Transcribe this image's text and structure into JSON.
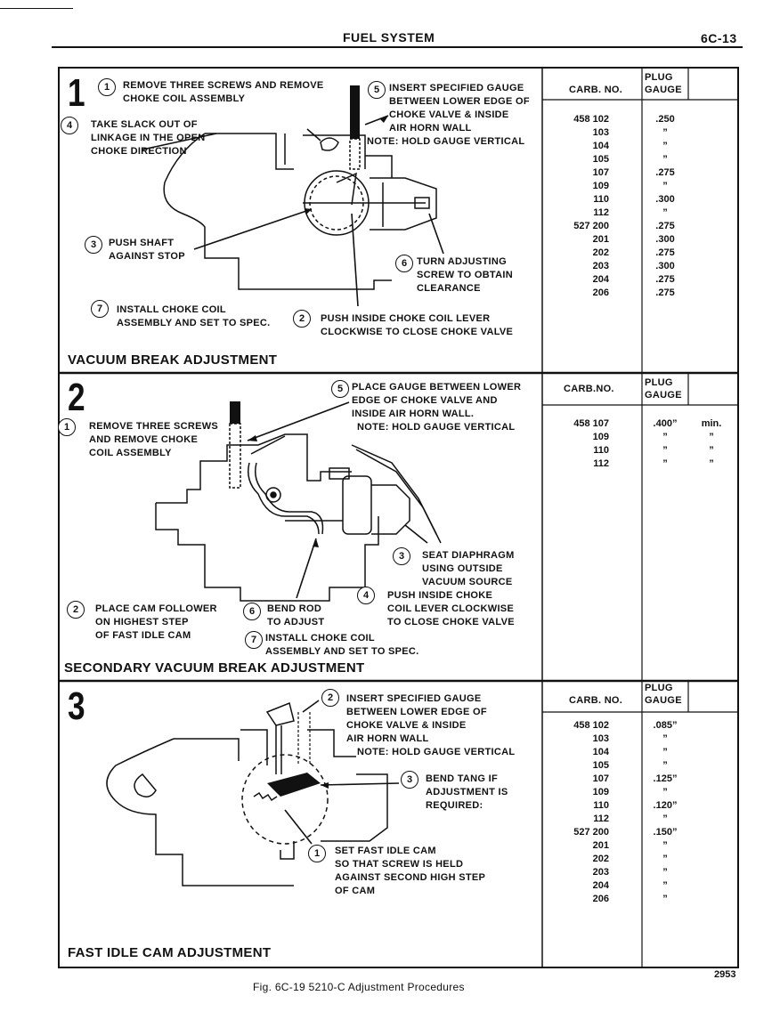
{
  "header": {
    "section": "FUEL SYSTEM",
    "page": "6C-13"
  },
  "panel1": {
    "number": "1",
    "title": "VACUUM BREAK ADJUSTMENT",
    "steps": [
      {
        "n": "1",
        "l1": "REMOVE THREE SCREWS AND REMOVE",
        "l2": "CHOKE COIL ASSEMBLY"
      },
      {
        "n": "4",
        "l1": "TAKE SLACK OUT OF",
        "l2": "LINKAGE IN THE OPEN",
        "l3": "CHOKE DIRECTION"
      },
      {
        "n": "5",
        "l1": "INSERT SPECIFIED GAUGE",
        "l2": "BETWEEN LOWER EDGE OF",
        "l3": "CHOKE VALVE & INSIDE",
        "l4": "AIR HORN WALL",
        "l5": "NOTE: HOLD GAUGE VERTICAL"
      },
      {
        "n": "3",
        "l1": "PUSH SHAFT",
        "l2": "AGAINST STOP"
      },
      {
        "n": "6",
        "l1": "TURN ADJUSTING",
        "l2": "SCREW TO OBTAIN",
        "l3": "CLEARANCE"
      },
      {
        "n": "7",
        "l1": "INSTALL CHOKE COIL",
        "l2": "ASSEMBLY AND SET TO SPEC."
      },
      {
        "n": "2",
        "l1": "PUSH INSIDE CHOKE COIL LEVER",
        "l2": "CLOCKWISE TO CLOSE CHOKE VALVE"
      }
    ],
    "table": {
      "h1": "CARB. NO.",
      "h2a": "PLUG",
      "h2b": "GAUGE",
      "carb": [
        "458 102",
        "103",
        "104",
        "105",
        "107",
        "109",
        "110",
        "112",
        "527 200",
        "201",
        "202",
        "203",
        "204",
        "206"
      ],
      "gauge": [
        ".250",
        "”",
        "”",
        "”",
        ".275",
        "”",
        ".300",
        "”",
        ".275",
        ".300",
        ".275",
        ".300",
        ".275",
        ".275"
      ]
    }
  },
  "panel2": {
    "number": "2",
    "title": "SECONDARY VACUUM BREAK ADJUSTMENT",
    "steps": [
      {
        "n": "5",
        "l1": "PLACE GAUGE BETWEEN LOWER",
        "l2": "EDGE OF CHOKE VALVE AND",
        "l3": "INSIDE AIR HORN WALL.",
        "l4": "NOTE:  HOLD GAUGE VERTICAL"
      },
      {
        "n": "1",
        "l1": "REMOVE THREE SCREWS",
        "l2": "AND REMOVE CHOKE",
        "l3": "COIL ASSEMBLY"
      },
      {
        "n": "3",
        "l1": "SEAT DIAPHRAGM",
        "l2": "USING OUTSIDE",
        "l3": "VACUUM SOURCE"
      },
      {
        "n": "4",
        "l1": "PUSH INSIDE CHOKE",
        "l2": "COIL LEVER CLOCKWISE",
        "l3": "TO CLOSE CHOKE VALVE"
      },
      {
        "n": "2",
        "l1": "PLACE CAM FOLLOWER",
        "l2": "ON HIGHEST STEP",
        "l3": "OF FAST IDLE CAM"
      },
      {
        "n": "6",
        "l1": "BEND ROD",
        "l2": "TO ADJUST"
      },
      {
        "n": "7",
        "l1": "INSTALL CHOKE COIL",
        "l2": "ASSEMBLY AND SET TO SPEC."
      }
    ],
    "table": {
      "h1": "CARB.NO.",
      "h2a": "PLUG",
      "h2b": "GAUGE",
      "carb": [
        "458 107",
        "109",
        "110",
        "112"
      ],
      "gauge": [
        ".400”",
        "”",
        "”",
        "”"
      ],
      "extra": [
        "min.",
        "”",
        "”",
        "”"
      ]
    }
  },
  "panel3": {
    "number": "3",
    "title": "FAST IDLE CAM ADJUSTMENT",
    "steps": [
      {
        "n": "2",
        "l1": "INSERT SPECIFIED GAUGE",
        "l2": "BETWEEN LOWER EDGE OF",
        "l3": "CHOKE VALVE & INSIDE",
        "l4": "AIR HORN WALL",
        "l5": "NOTE:  HOLD GAUGE VERTICAL"
      },
      {
        "n": "3",
        "l1": "BEND TANG IF",
        "l2": "ADJUSTMENT IS",
        "l3": "REQUIRED:"
      },
      {
        "n": "1",
        "l1": "SET FAST IDLE CAM",
        "l2": "SO THAT SCREW IS HELD",
        "l3": "AGAINST SECOND HIGH STEP",
        "l4": "OF CAM"
      }
    ],
    "table": {
      "h1": "CARB. NO.",
      "h2a": "PLUG",
      "h2b": "GAUGE",
      "carb": [
        "458 102",
        "103",
        "104",
        "105",
        "107",
        "109",
        "110",
        "112",
        "527 200",
        "201",
        "202",
        "203",
        "204",
        "206"
      ],
      "gauge": [
        ".085”",
        "”",
        "”",
        "”",
        ".125”",
        "”",
        ".120”",
        "”",
        ".150”",
        "”",
        "”",
        "”",
        "”",
        "”"
      ]
    }
  },
  "footer": {
    "fig": "2953",
    "caption": "Fig. 6C-19 5210-C Adjustment Procedures"
  }
}
